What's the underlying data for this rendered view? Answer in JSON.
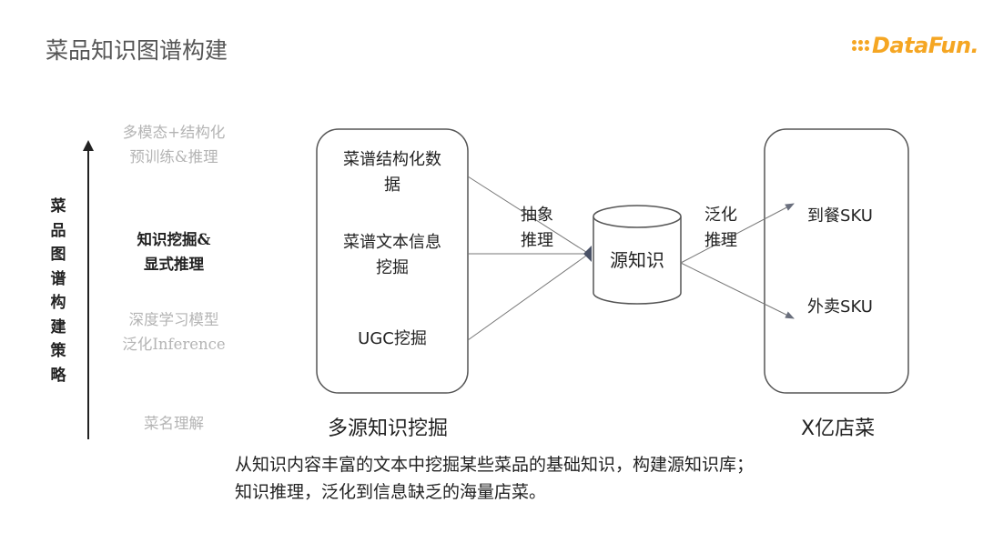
{
  "header": {
    "title": "菜品知识图谱构建",
    "logo_text": "DataFun."
  },
  "strategy_axis": {
    "title_chars": [
      "菜",
      "品",
      "图",
      "谱",
      "构",
      "建",
      "策",
      "略"
    ],
    "levels": [
      {
        "lines": [
          "多模态+结构化",
          "预训练&推理"
        ],
        "emphasis": false
      },
      {
        "lines": [
          "知识挖掘&",
          "显式推理"
        ],
        "emphasis": true
      },
      {
        "lines": [
          "深度学习模型",
          "泛化Inference"
        ],
        "emphasis": false
      },
      {
        "lines": [
          "菜名理解"
        ],
        "emphasis": false
      }
    ]
  },
  "diagram": {
    "sources": [
      {
        "lines": [
          "菜谱结构化数",
          "据"
        ]
      },
      {
        "lines": [
          "菜谱文本信息",
          "挖掘"
        ]
      },
      {
        "lines": [
          "UGC挖掘"
        ]
      }
    ],
    "sources_caption": "多源知识挖掘",
    "abstract_label": [
      "抽象",
      "推理"
    ],
    "center_node": "源知识",
    "generalize_label": [
      "泛化",
      "推理"
    ],
    "targets": [
      "到餐SKU",
      "外卖SKU"
    ],
    "targets_caption": "X亿店菜"
  },
  "summary": [
    "从知识内容丰富的文本中挖掘某些菜品的基础知识，构建源知识库；",
    "知识推理，泛化到信息缺乏的海量店菜。"
  ],
  "colors": {
    "logo": "#f5a623",
    "faded_text": "#b4b4b4",
    "stroke": "#555555",
    "arrow_line": "#777777"
  }
}
